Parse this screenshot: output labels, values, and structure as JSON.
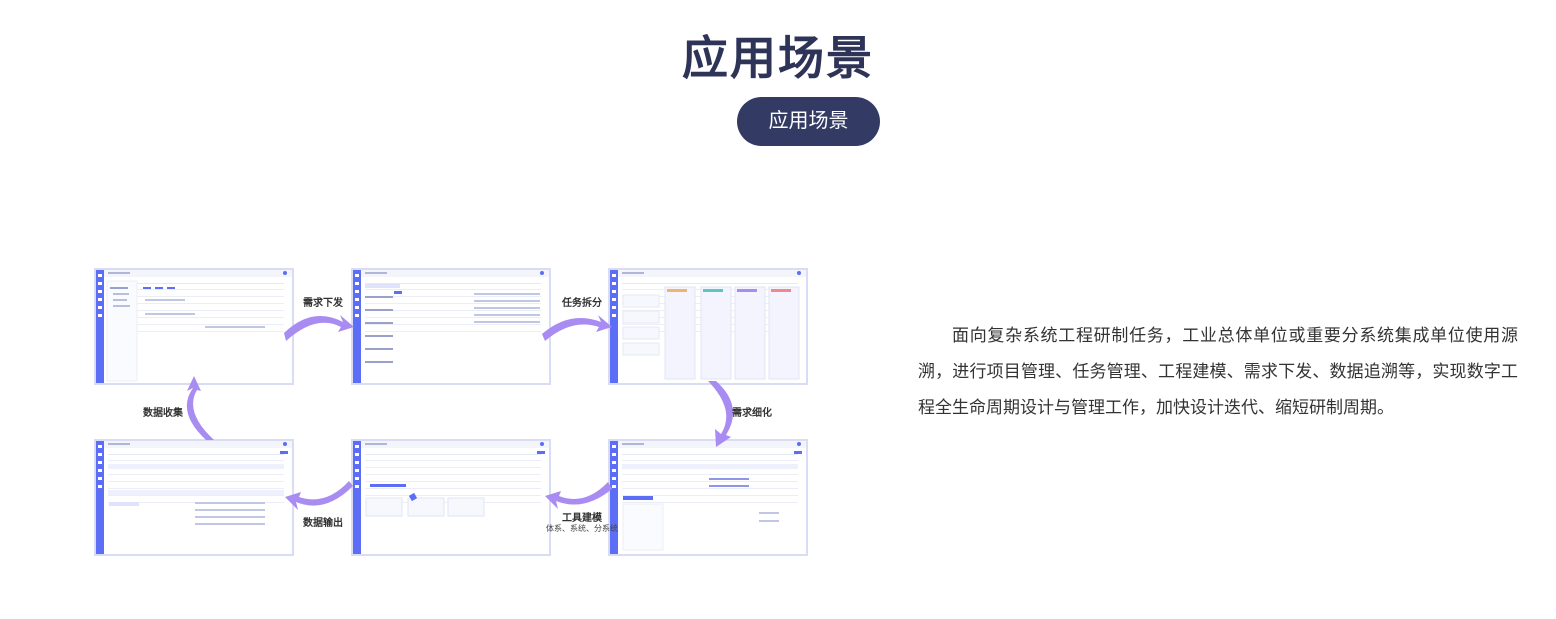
{
  "header": {
    "title": "应用场景",
    "pill_label": "应用场景"
  },
  "description": "面向复杂系统工程研制任务，工业总体单位或重要分系统集成单位使用源溯，进行项目管理、任务管理、工程建模、需求下发、数据追溯等，实现数字工程全生命周期设计与管理工作，加快设计迭代、缩短研制周期。",
  "flow": {
    "step_requirement_issue": "需求下发",
    "step_task_split": "任务拆分",
    "step_requirement_refine": "需求细化",
    "step_tool_modeling": "工具建模",
    "step_tool_modeling_sub": "体系、系统、分系统",
    "step_data_output": "数据输出",
    "step_data_collect": "数据收集"
  },
  "colors": {
    "title": "#2e3358",
    "pill": "#333a63",
    "arrow": "#a98cf2",
    "sidebar": "#5b6ef5"
  }
}
